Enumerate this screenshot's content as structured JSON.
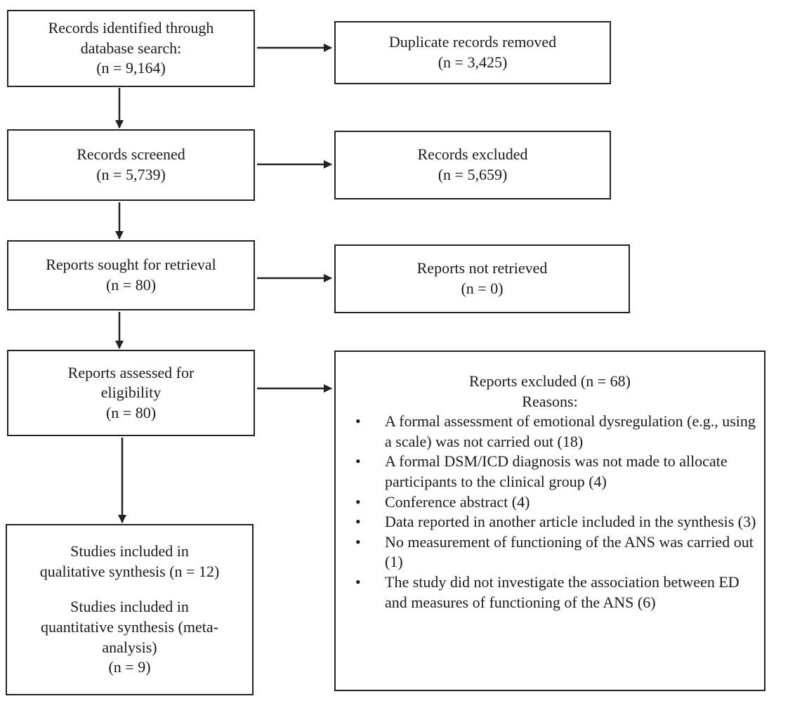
{
  "flow": {
    "identified": {
      "lines": [
        "Records identified through",
        "database search:",
        "(n = 9,164)"
      ]
    },
    "duplicates": {
      "lines": [
        "Duplicate records removed",
        "(n = 3,425)"
      ]
    },
    "screened": {
      "lines": [
        "Records screened",
        "(n = 5,739)"
      ]
    },
    "excluded": {
      "lines": [
        "Records excluded",
        "(n = 5,659)"
      ]
    },
    "sought": {
      "lines": [
        "Reports sought for retrieval",
        "(n = 80)"
      ]
    },
    "not_retrieved": {
      "lines": [
        "Reports not retrieved",
        "(n = 0)"
      ]
    },
    "assessed": {
      "lines": [
        "Reports assessed for",
        "eligibility",
        "(n = 80)"
      ]
    },
    "included": {
      "lines_a": [
        "Studies included in",
        "qualitative synthesis (n = 12)"
      ],
      "lines_b": [
        "Studies included in",
        "quantitative synthesis (meta-",
        "analysis)",
        "(n = 9)"
      ]
    },
    "reports_excluded": {
      "title": "Reports excluded (n = 68)",
      "subtitle": "Reasons:",
      "bullet": "•",
      "reasons": [
        "A formal assessment of emotional dysregulation (e.g., using a scale) was not carried out (18)",
        "A formal DSM/ICD diagnosis was not made to allocate participants to the clinical group (4)",
        "Conference abstract (4)",
        "Data reported in another article included in the synthesis (3)",
        "No measurement of functioning of the ANS was carried out (1)",
        "The study did not investigate the association between ED and measures of functioning of the ANS (6)"
      ]
    }
  }
}
